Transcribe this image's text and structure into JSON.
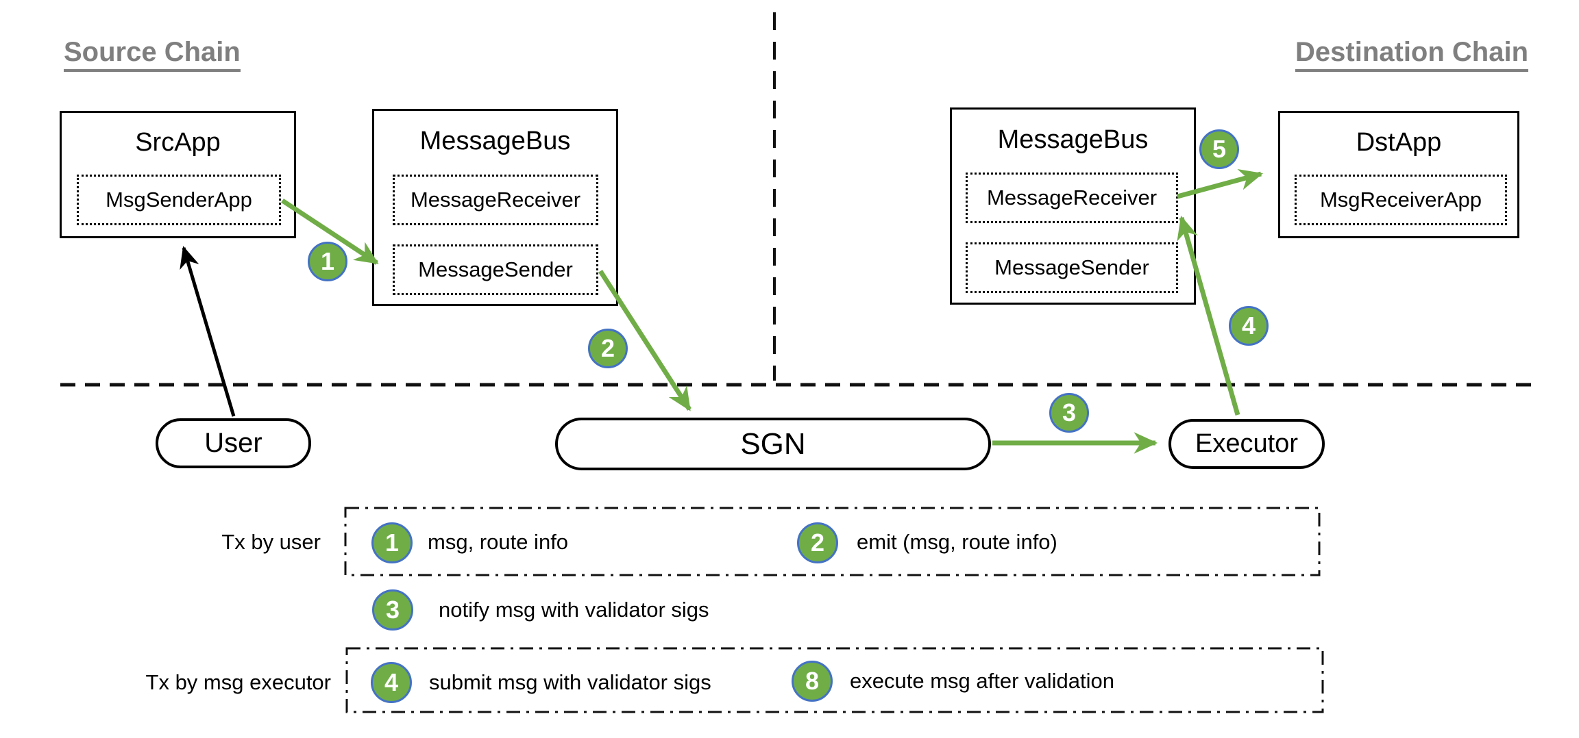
{
  "headings": {
    "source": "Source Chain",
    "destination": "Destination Chain"
  },
  "src_app": {
    "title": "SrcApp",
    "inner": "MsgSenderApp"
  },
  "message_bus_left": {
    "title": "MessageBus",
    "receiver": "MessageReceiver",
    "sender": "MessageSender"
  },
  "message_bus_right": {
    "title": "MessageBus",
    "receiver": "MessageReceiver",
    "sender": "MessageSender"
  },
  "dst_app": {
    "title": "DstApp",
    "inner": "MsgReceiverApp"
  },
  "pills": {
    "user": "User",
    "sgn": "SGN",
    "executor": "Executor"
  },
  "badges": {
    "step1": "1",
    "step2": "2",
    "step3": "3",
    "step4": "4",
    "step5": "5"
  },
  "legend": {
    "row_user": {
      "label": "Tx by user",
      "item1": {
        "num": "1",
        "text": "msg, route info"
      },
      "item2": {
        "num": "2",
        "text": "emit (msg, route info)"
      }
    },
    "row_notify": {
      "num": "3",
      "text": "notify msg with validator sigs"
    },
    "row_executor": {
      "label": "Tx by msg executor",
      "item1": {
        "num": "4",
        "text": "submit msg with validator sigs"
      },
      "item2": {
        "num": "8",
        "text": "execute msg after validation"
      }
    }
  },
  "colors": {
    "arrow_green": "#70AD47",
    "badge_green": "#70AD47",
    "badge_border_blue": "#4472C4",
    "heading_gray": "#7F7F7F"
  }
}
